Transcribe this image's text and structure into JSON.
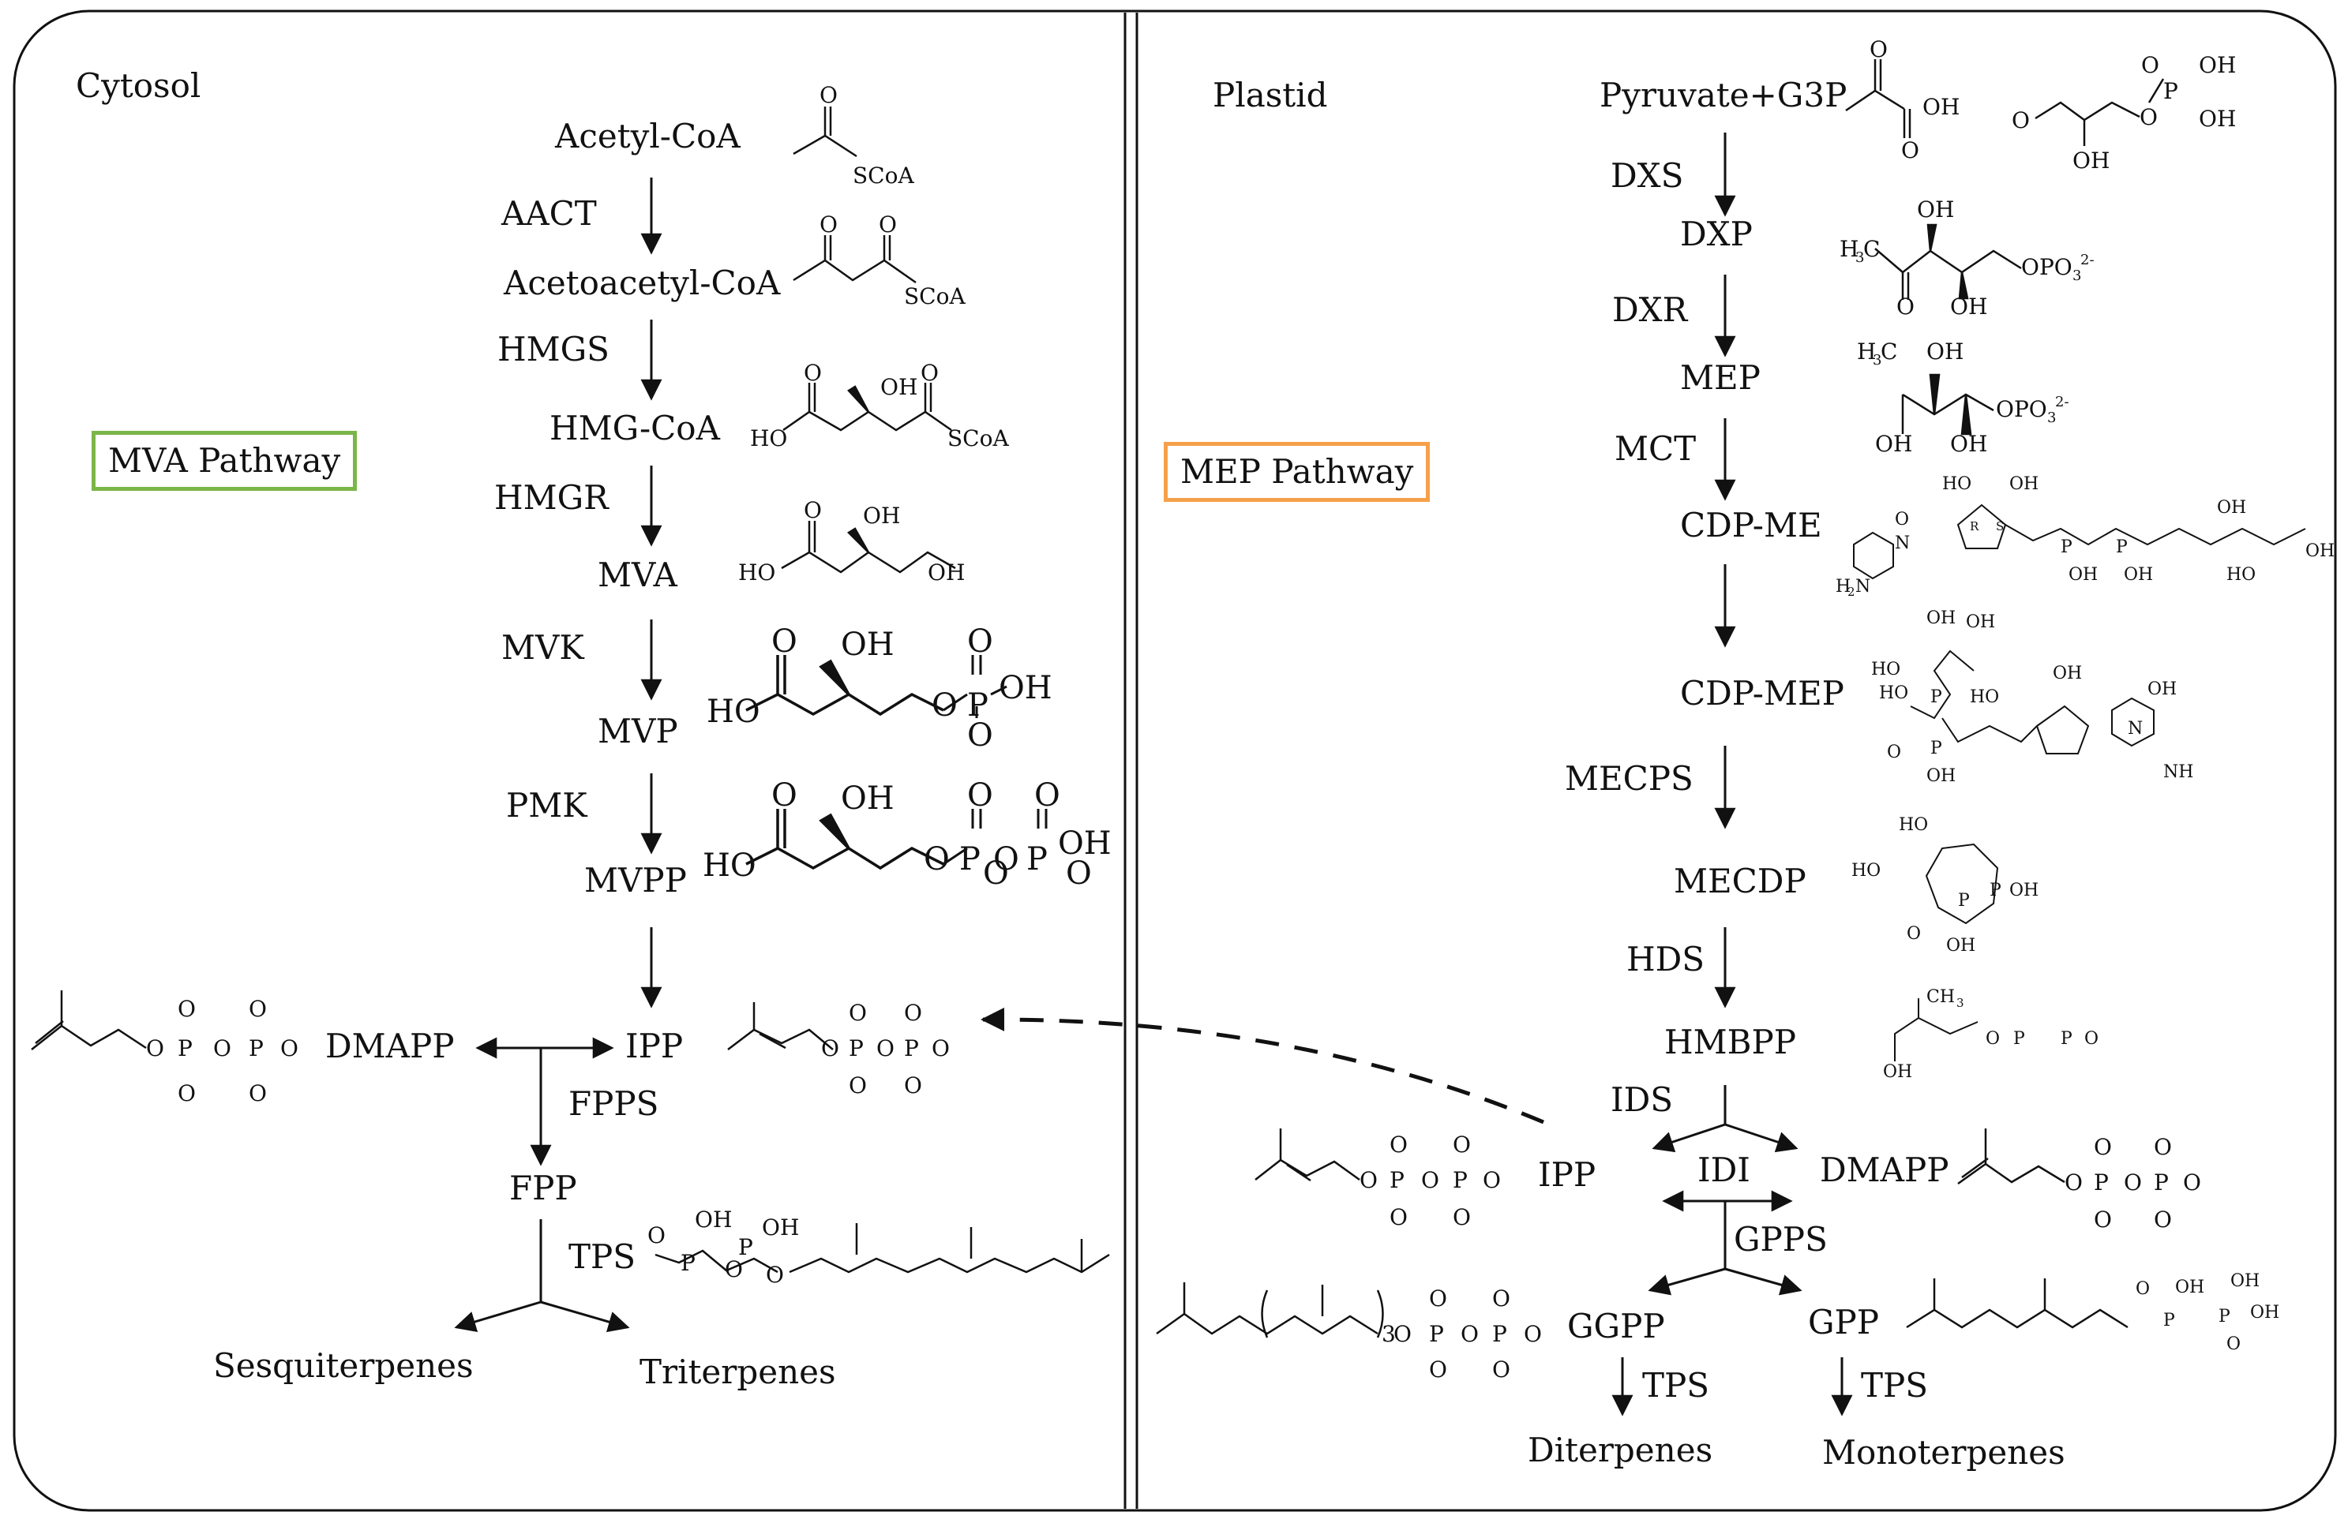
{
  "compartments": {
    "cytosol": "Cytosol",
    "plastid": "Plastid"
  },
  "pathways": {
    "mva": "MVA Pathway",
    "mep": "MEP Pathway"
  },
  "mva": {
    "metabolites": [
      "Acetyl-CoA",
      "Acetoacetyl-CoA",
      "HMG-CoA",
      "MVA",
      "MVP",
      "MVPP",
      "IPP",
      "DMAPP",
      "FPP"
    ],
    "enzymes": [
      "AACT",
      "HMGS",
      "HMGR",
      "MVK",
      "PMK",
      "FPPS",
      "TPS"
    ],
    "products": [
      "Sesquiterpenes",
      "Triterpenes"
    ]
  },
  "mep": {
    "metabolites": [
      "Pyruvate+G3P",
      "DXP",
      "MEP",
      "CDP-ME",
      "CDP-MEP",
      "MECDP",
      "HMBPP",
      "IPP",
      "DMAPP",
      "GGPP",
      "GPP"
    ],
    "enzymes": [
      "DXS",
      "DXR",
      "MCT",
      "MECPS",
      "HDS",
      "IDS",
      "IDI",
      "GPPS",
      "TPS",
      "TPS"
    ],
    "products": [
      "Diterpenes",
      "Monoterpenes"
    ]
  },
  "structure_labels": {
    "scoa": "SCoA",
    "oh": "OH",
    "ho": "HO",
    "o": "O",
    "p": "P",
    "opo3": "OPO",
    "opo3_sup": "3",
    "opo3_charge": "2-",
    "h3c": "H",
    "h3c_sub": "3",
    "h3c_c": "C",
    "ch3": "CH",
    "ch3_sub": "3",
    "nh": "NH",
    "h2n": "H",
    "h2n_sub": "2",
    "h2n_n": "N",
    "n": "N",
    "o_minus": "O",
    "minus": "-",
    "r": "R",
    "s": "S",
    "n3": "3",
    "o_frag": "O"
  }
}
